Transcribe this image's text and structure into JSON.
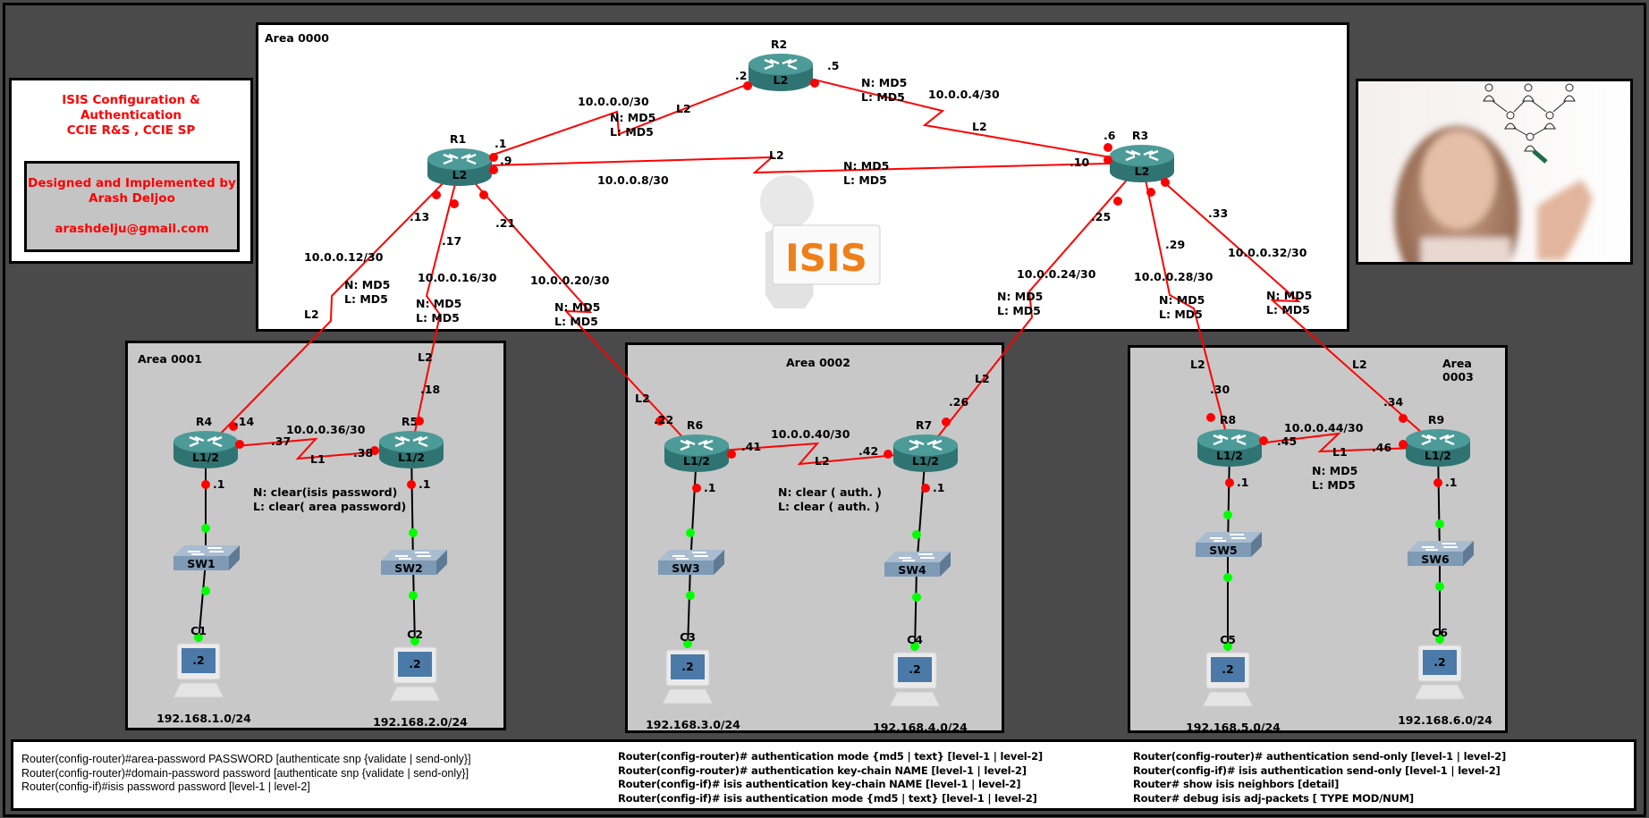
{
  "title": {
    "line1": "ISIS Configuration & Authentication",
    "line2": "CCIE R&S , CCIE SP"
  },
  "credit": {
    "line1": "Designed and Implemented by",
    "line2": "Arash Deljoo",
    "email": "arashdelju@gmail.com"
  },
  "colors": {
    "link": "#ff0000",
    "lan_port": "#00ff00",
    "router": "#3a8a88",
    "switch": "#7e9ab5",
    "title_text": "#ff0000",
    "backdrop": "#4a4a4a",
    "area_fill": "#c8c8c8"
  },
  "areas": [
    {
      "id": "area0000",
      "label": "Area 0000"
    },
    {
      "id": "area0001",
      "label": "Area 0001"
    },
    {
      "id": "area0002",
      "label": "Area 0002"
    },
    {
      "id": "area0003",
      "label": "Area 0003"
    }
  ],
  "routers": [
    {
      "name": "R1",
      "level": "L2"
    },
    {
      "name": "R2",
      "level": "L2"
    },
    {
      "name": "R3",
      "level": "L2"
    },
    {
      "name": "R4",
      "level": "L1/2"
    },
    {
      "name": "R5",
      "level": "L1/2"
    },
    {
      "name": "R6",
      "level": "L1/2"
    },
    {
      "name": "R7",
      "level": "L1/2"
    },
    {
      "name": "R8",
      "level": "L1/2"
    },
    {
      "name": "R9",
      "level": "L1/2"
    }
  ],
  "switches": [
    "SW1",
    "SW2",
    "SW3",
    "SW4",
    "SW5",
    "SW6"
  ],
  "pcs": [
    {
      "name": "C1",
      "ip": ".2",
      "lan": "192.168.1.0/24",
      "gw": ".1"
    },
    {
      "name": "C2",
      "ip": ".2",
      "lan": "192.168.2.0/24",
      "gw": ".1"
    },
    {
      "name": "C3",
      "ip": ".2",
      "lan": "192.168.3.0/24",
      "gw": ".1"
    },
    {
      "name": "C4",
      "ip": ".2",
      "lan": "192.168.4.0/24",
      "gw": ".1"
    },
    {
      "name": "C5",
      "ip": ".2",
      "lan": "192.168.5.0/24",
      "gw": ".1"
    },
    {
      "name": "C6",
      "ip": ".2",
      "lan": "192.168.6.0/24",
      "gw": ".1"
    }
  ],
  "links": [
    {
      "a": "R1",
      "b": "R2",
      "subnet": "10.0.0.0/30",
      "a_ip": ".1",
      "b_ip": ".2",
      "level": "L2",
      "auth_n": "N: MD5",
      "auth_l": "L: MD5"
    },
    {
      "a": "R2",
      "b": "R3",
      "subnet": "10.0.0.4/30",
      "a_ip": ".5",
      "b_ip": ".6",
      "level": "L2",
      "auth_n": "N: MD5",
      "auth_l": "L: MD5"
    },
    {
      "a": "R1",
      "b": "R3",
      "subnet": "10.0.0.8/30",
      "a_ip": ".9",
      "b_ip": ".10",
      "level": "L2",
      "auth_n": "N: MD5",
      "auth_l": "L: MD5"
    },
    {
      "a": "R1",
      "b": "R4",
      "subnet": "10.0.0.12/30",
      "a_ip": ".13",
      "b_ip": ".14",
      "level": "L2",
      "auth_n": "N: MD5",
      "auth_l": "L: MD5"
    },
    {
      "a": "R1",
      "b": "R5",
      "subnet": "10.0.0.16/30",
      "a_ip": ".17",
      "b_ip": ".18",
      "level": "L2",
      "auth_n": "N: MD5",
      "auth_l": "L: MD5"
    },
    {
      "a": "R1",
      "b": "R6",
      "subnet": "10.0.0.20/30",
      "a_ip": ".21",
      "b_ip": ".22",
      "level": "L2",
      "auth_n": "N: MD5",
      "auth_l": "L: MD5"
    },
    {
      "a": "R3",
      "b": "R7",
      "subnet": "10.0.0.24/30",
      "a_ip": ".25",
      "b_ip": ".26",
      "level": "L2",
      "auth_n": "N: MD5",
      "auth_l": "L: MD5"
    },
    {
      "a": "R3",
      "b": "R8",
      "subnet": "10.0.0.28/30",
      "a_ip": ".29",
      "b_ip": ".30",
      "level": "L2",
      "auth_n": "N: MD5",
      "auth_l": "L: MD5"
    },
    {
      "a": "R3",
      "b": "R9",
      "subnet": "10.0.0.32/30",
      "a_ip": ".33",
      "b_ip": ".34",
      "level": "L2",
      "auth_n": "N: MD5",
      "auth_l": "L: MD5"
    },
    {
      "a": "R4",
      "b": "R5",
      "subnet": "10.0.0.36/30",
      "a_ip": ".37",
      "b_ip": ".38",
      "level": "L1",
      "auth_n": "N: clear(isis password)",
      "auth_l": "L: clear( area password)"
    },
    {
      "a": "R6",
      "b": "R7",
      "subnet": "10.0.0.40/30",
      "a_ip": ".41",
      "b_ip": ".42",
      "level": "L2",
      "auth_n": "N: clear ( auth. )",
      "auth_l": "L: clear ( auth. )"
    },
    {
      "a": "R8",
      "b": "R9",
      "subnet": "10.0.0.44/30",
      "a_ip": ".45",
      "b_ip": ".46",
      "level": "L1",
      "auth_n": "N: MD5",
      "auth_l": "L: MD5"
    }
  ],
  "mascot_sign": "ISIS",
  "commands": {
    "col1": [
      "Router(config-router)#area-password PASSWORD [authenticate snp {validate | send-only}]",
      "Router(config-router)#domain-password password [authenticate snp {validate | send-only}]",
      "Router(config-if)#isis password password [level-1 | level-2]"
    ],
    "col2": [
      "Router(config-router)# authentication mode {md5 | text} [level-1 | level-2]",
      "Router(config-router)# authentication key-chain NAME [level-1 | level-2]",
      "Router(config-if)# isis authentication key-chain NAME [level-1 | level-2]",
      "Router(config-if)# isis authentication mode {md5 | text} [level-1 | level-2]"
    ],
    "col3": [
      "Router(config-router)# authentication send-only [level-1 | level-2]",
      "Router(config-if)# isis authentication send-only [level-1 | level-2]",
      "Router# show isis neighbors [detail]",
      "Router# debug isis adj-packets [ TYPE MOD/NUM]"
    ]
  }
}
